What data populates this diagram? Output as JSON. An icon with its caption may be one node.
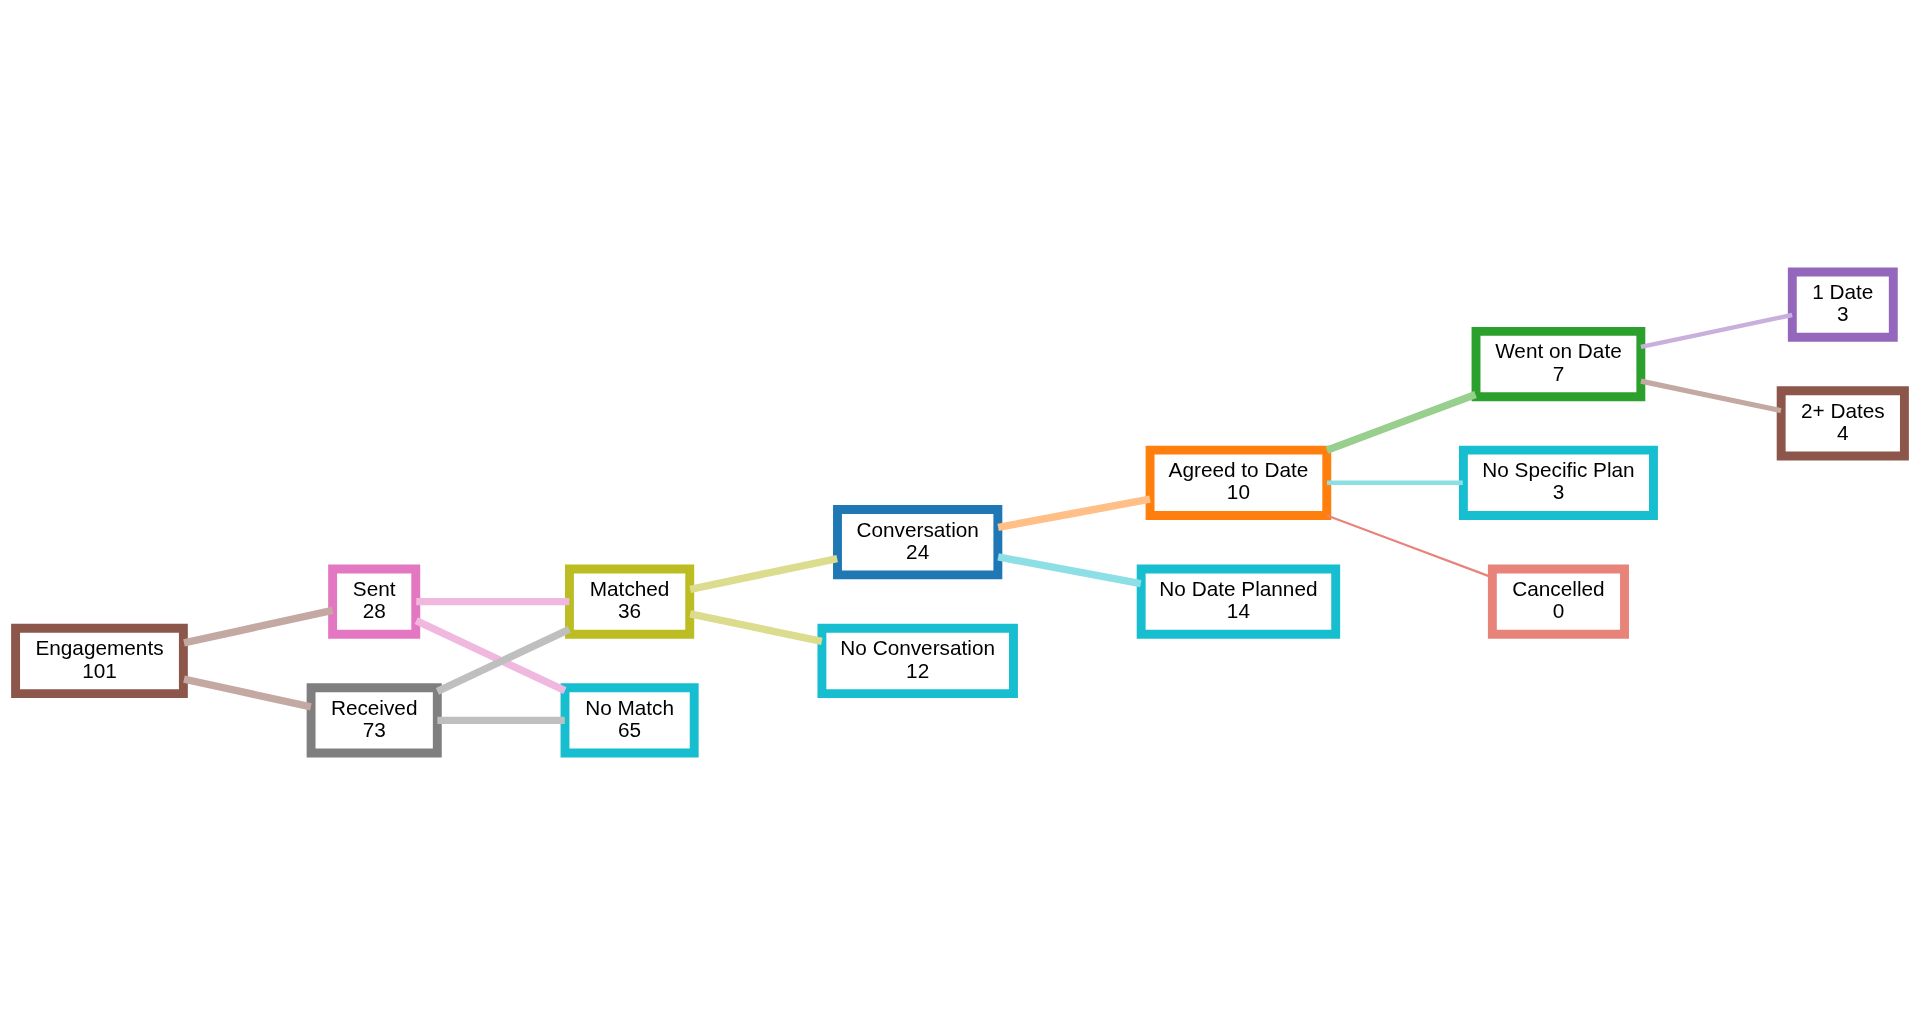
{
  "diagram": {
    "nodes": [
      {
        "text": [
          "Engagements",
          "101"
        ]
      },
      {
        "text": [
          "Sent",
          "28"
        ]
      },
      {
        "text": [
          "Received",
          "73"
        ]
      },
      {
        "text": [
          "Matched",
          "36"
        ]
      },
      {
        "text": [
          "No Match",
          "65"
        ]
      },
      {
        "text": [
          "Conversation",
          "24"
        ]
      },
      {
        "text": [
          "No Conversation",
          "12"
        ]
      },
      {
        "text": [
          "Agreed to Date",
          "10"
        ]
      },
      {
        "text": [
          "No Date Planned",
          "14"
        ]
      },
      {
        "text": [
          "Went on Date",
          "7"
        ]
      },
      {
        "text": [
          "No Specific Plan",
          "3"
        ]
      },
      {
        "text": [
          "Cancelled",
          "0"
        ]
      },
      {
        "text": [
          "1 Date",
          "3"
        ]
      },
      {
        "text": [
          "2+ Dates",
          "4"
        ]
      }
    ],
    "edges": [
      {
        "from": 0,
        "to": 1,
        "arrow": "none",
        "color": "#c4a9a3"
      },
      {
        "from": 0,
        "to": 2,
        "arrow": "none",
        "color": "#c4a9a3"
      },
      {
        "from": 1,
        "to": 3,
        "arrow": "none",
        "color": "#f0b8df"
      },
      {
        "from": 1,
        "to": 4,
        "arrow": "none",
        "color": "#f0b8df"
      },
      {
        "from": 2,
        "to": 3,
        "arrow": "none",
        "color": "#bfbfbf"
      },
      {
        "from": 2,
        "to": 4,
        "arrow": "none",
        "color": "#bfbfbf"
      },
      {
        "from": 3,
        "to": 5,
        "arrow": "none",
        "color": "#dcdc8f"
      },
      {
        "from": 3,
        "to": 6,
        "arrow": "none",
        "color": "#dcdc8f"
      },
      {
        "from": 5,
        "to": 7,
        "arrow": "none",
        "color": "#ffbf86"
      },
      {
        "from": 5,
        "to": 8,
        "arrow": "none",
        "color": "#8ddfe6"
      },
      {
        "from": 7,
        "to": 9,
        "arrow": "none",
        "color": "#98cf8e"
      },
      {
        "from": 7,
        "to": 10,
        "arrow": "none",
        "color": "#8ddfe6"
      },
      {
        "from": 7,
        "to": 11,
        "arrow": "none",
        "color": "#e8837a"
      },
      {
        "from": 9,
        "to": 12,
        "arrow": "none",
        "color": "#c9b0dc"
      },
      {
        "from": 9,
        "to": 13,
        "arrow": "none",
        "color": "#c4a9a3"
      }
    ]
  }
}
